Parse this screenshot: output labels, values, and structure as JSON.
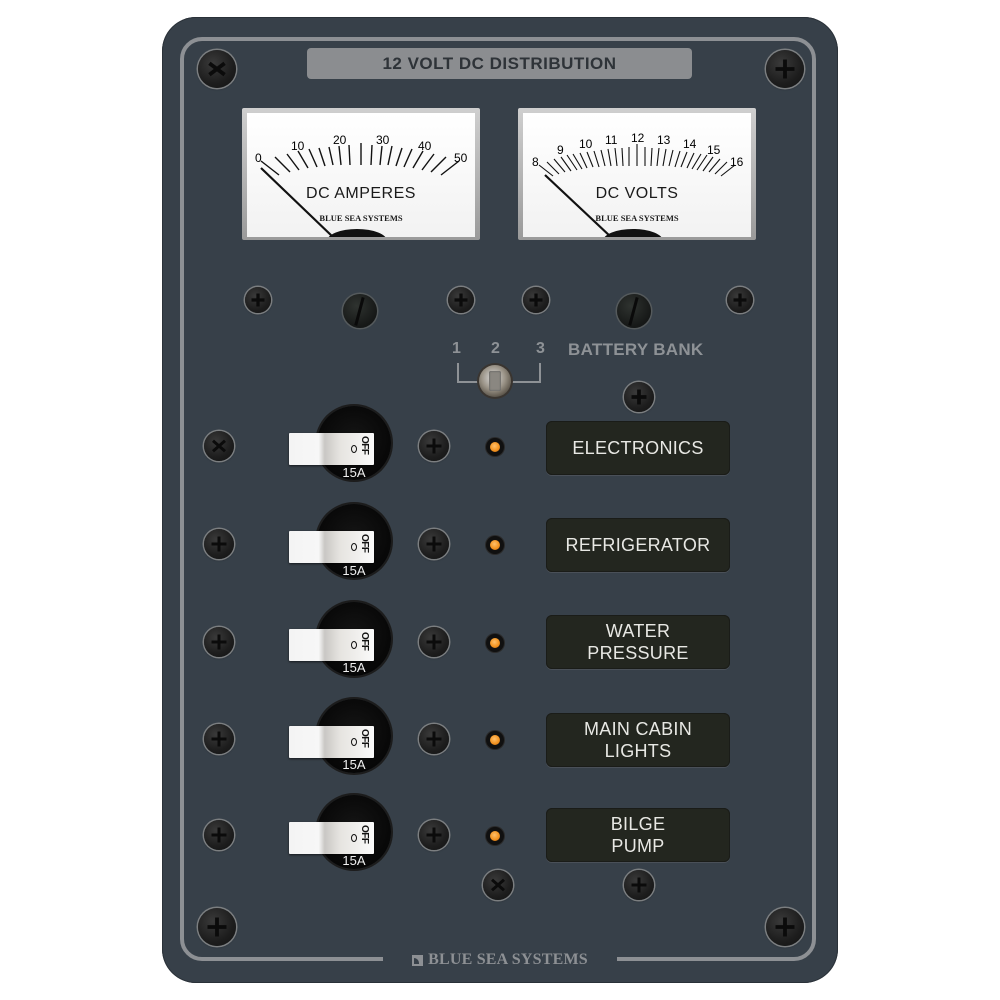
{
  "panel": {
    "title": "12 VOLT DC DISTRIBUTION",
    "brand": "BLUE SEA SYSTEMS",
    "colors": {
      "panel": "#374049",
      "border": "#8d9094",
      "title_plate": "#8b8d90",
      "label_plate": "#23261f",
      "led": "#f39422"
    }
  },
  "meters": {
    "ammeter": {
      "label": "DC AMPERES",
      "brand": "BLUE SEA SYSTEMS",
      "scale": [
        "0",
        "10",
        "20",
        "30",
        "40",
        "50"
      ],
      "needle_value": "0"
    },
    "voltmeter": {
      "label": "DC VOLTS",
      "brand": "BLUE SEA SYSTEMS",
      "scale": [
        "8",
        "9",
        "10",
        "11",
        "12",
        "13",
        "14",
        "15",
        "16"
      ],
      "needle_value": "8"
    }
  },
  "battery_selector": {
    "label": "BATTERY BANK",
    "positions": [
      "1",
      "2",
      "3"
    ],
    "selected": "2"
  },
  "circuits": [
    {
      "label_line1": "ELECTRONICS",
      "label_line2": "",
      "rating": "15A",
      "state": "OFF",
      "off_text": "OFF"
    },
    {
      "label_line1": "REFRIGERATOR",
      "label_line2": "",
      "rating": "15A",
      "state": "OFF",
      "off_text": "OFF"
    },
    {
      "label_line1": "WATER",
      "label_line2": "PRESSURE",
      "rating": "15A",
      "state": "OFF",
      "off_text": "OFF"
    },
    {
      "label_line1": "MAIN CABIN",
      "label_line2": "LIGHTS",
      "rating": "15A",
      "state": "OFF",
      "off_text": "OFF"
    },
    {
      "label_line1": "BILGE",
      "label_line2": "PUMP",
      "rating": "15A",
      "state": "OFF",
      "off_text": "OFF"
    }
  ]
}
